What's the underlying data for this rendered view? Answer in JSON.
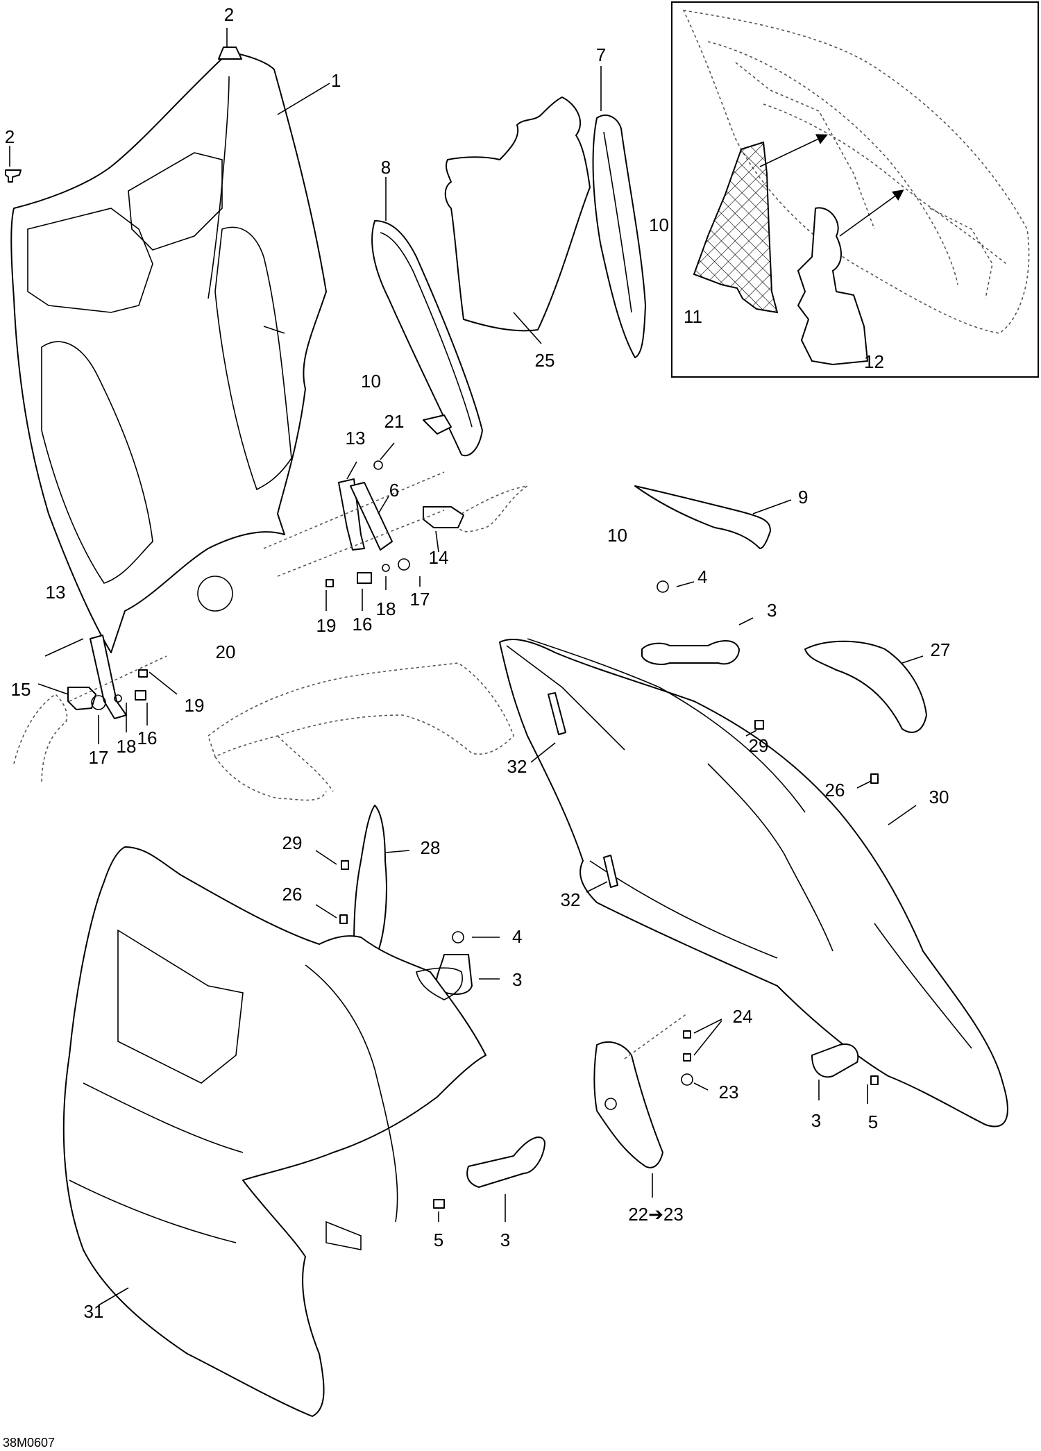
{
  "drawing_code": "38M0607",
  "callouts": [
    {
      "id": "c1",
      "text": "1"
    },
    {
      "id": "c2a",
      "text": "2"
    },
    {
      "id": "c2b",
      "text": "2"
    },
    {
      "id": "c3a",
      "text": "3"
    },
    {
      "id": "c3b",
      "text": "3"
    },
    {
      "id": "c3c",
      "text": "3"
    },
    {
      "id": "c3d",
      "text": "3"
    },
    {
      "id": "c4a",
      "text": "4"
    },
    {
      "id": "c4b",
      "text": "4"
    },
    {
      "id": "c5a",
      "text": "5"
    },
    {
      "id": "c5b",
      "text": "5"
    },
    {
      "id": "c6",
      "text": "6"
    },
    {
      "id": "c7",
      "text": "7"
    },
    {
      "id": "c8",
      "text": "8"
    },
    {
      "id": "c9",
      "text": "9"
    },
    {
      "id": "c10a",
      "text": "10"
    },
    {
      "id": "c10b",
      "text": "10"
    },
    {
      "id": "c10c",
      "text": "10"
    },
    {
      "id": "c11",
      "text": "11"
    },
    {
      "id": "c12",
      "text": "12"
    },
    {
      "id": "c13a",
      "text": "13"
    },
    {
      "id": "c13b",
      "text": "13"
    },
    {
      "id": "c14",
      "text": "14"
    },
    {
      "id": "c15",
      "text": "15"
    },
    {
      "id": "c16a",
      "text": "16"
    },
    {
      "id": "c16b",
      "text": "16"
    },
    {
      "id": "c17a",
      "text": "17"
    },
    {
      "id": "c17b",
      "text": "17"
    },
    {
      "id": "c18a",
      "text": "18"
    },
    {
      "id": "c18b",
      "text": "18"
    },
    {
      "id": "c19a",
      "text": "19"
    },
    {
      "id": "c19b",
      "text": "19"
    },
    {
      "id": "c20",
      "text": "20"
    },
    {
      "id": "c21",
      "text": "21"
    },
    {
      "id": "c22",
      "text": "22➔23"
    },
    {
      "id": "c23",
      "text": "23"
    },
    {
      "id": "c24",
      "text": "24"
    },
    {
      "id": "c25",
      "text": "25"
    },
    {
      "id": "c26a",
      "text": "26"
    },
    {
      "id": "c26b",
      "text": "26"
    },
    {
      "id": "c27",
      "text": "27"
    },
    {
      "id": "c28",
      "text": "28"
    },
    {
      "id": "c29a",
      "text": "29"
    },
    {
      "id": "c29b",
      "text": "29"
    },
    {
      "id": "c30",
      "text": "30"
    },
    {
      "id": "c31",
      "text": "31"
    },
    {
      "id": "c32a",
      "text": "32"
    },
    {
      "id": "c32b",
      "text": "32"
    }
  ]
}
